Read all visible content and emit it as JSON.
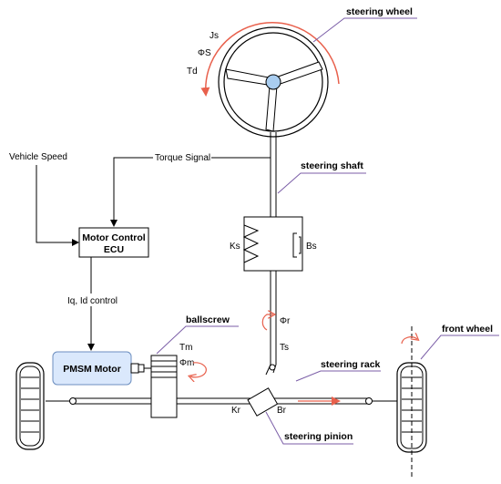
{
  "labels": {
    "steering_wheel": "steering wheel",
    "js": "Js",
    "phi_s": "ΦS",
    "td": "Td",
    "steering_shaft": "steering shaft",
    "vehicle_speed": "Vehicle Speed",
    "torque_signal": "Torque Signal",
    "ecu_line1": "Motor Control",
    "ecu_line2": "ECU",
    "ks": "Ks",
    "bs": "Bs",
    "iq_id": "Iq, Id control",
    "phi_r": "Φr",
    "ts": "Ts",
    "ballscrew": "ballscrew",
    "tm": "Tm",
    "phi_m": "Φm",
    "pmsm": "PMSM Motor",
    "steering_rack": "steering rack",
    "front_wheel": "front wheel",
    "kr": "Kr",
    "br": "Br",
    "steering_pinion": "steering pinion"
  },
  "colors": {
    "arrow_red": "#e8604c",
    "leader_purple": "#7b5ea7",
    "motor_fill": "#dae8fc",
    "motor_stroke": "#6c8ebf",
    "hub_fill": "#a9cdf0"
  }
}
